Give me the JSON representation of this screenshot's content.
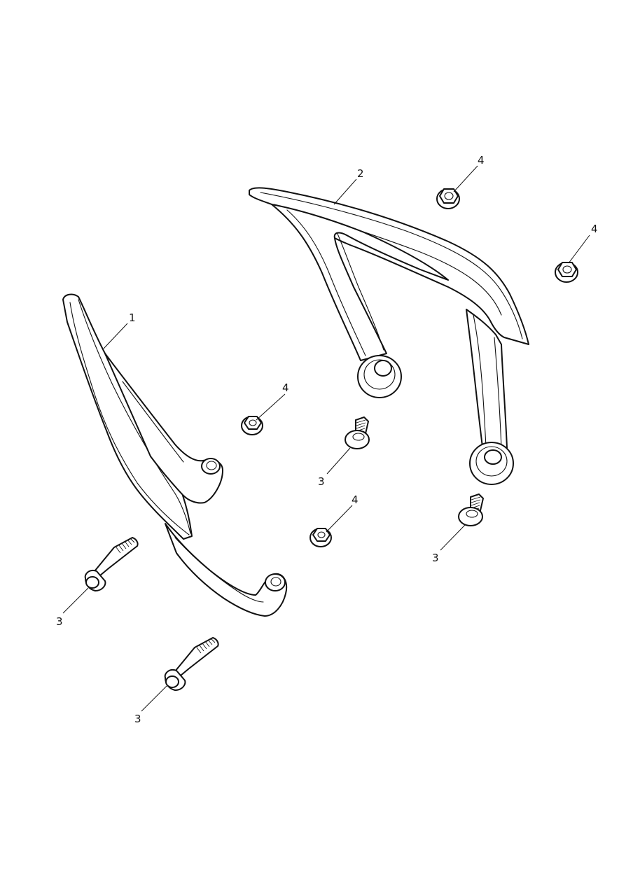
{
  "callouts": {
    "grab_handle_left": "1",
    "grab_handle_right": "2",
    "bolt_a": "3",
    "bolt_b": "3",
    "bolt_c": "3",
    "bolt_d": "3",
    "nut_a": "4",
    "nut_b": "4",
    "nut_c": "4",
    "nut_d": "4"
  }
}
